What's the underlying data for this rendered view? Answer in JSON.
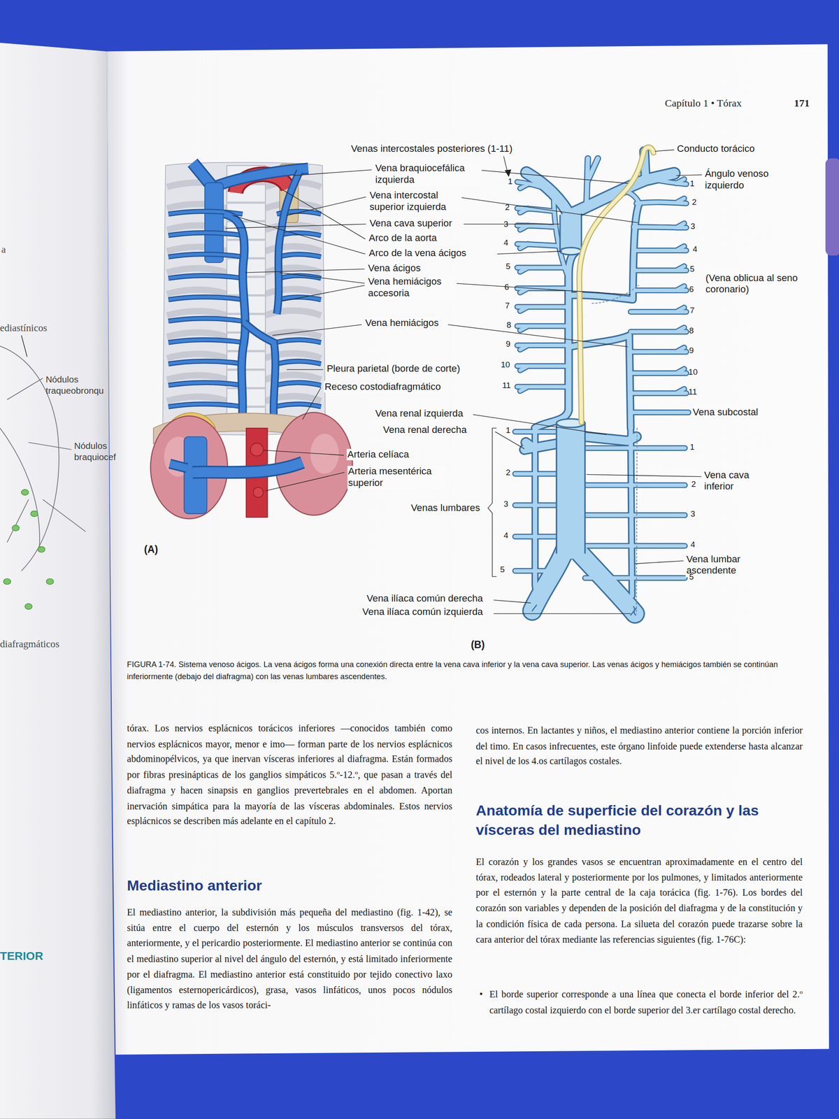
{
  "diagram": {
    "caption": "FIGURA 1-74. Sistema venoso ácigos. La vena ácigos forma una conexión directa entre la vena cava inferior y la vena cava superior. Las venas ácigos y hemiácigos también se continúan inferiormente (debajo del diafragma) con las venas lumbares ascendentes.",
    "labels": [
      "Capítulo 1 • Tórax",
      "171",
      "Venas intercostales posteriores (1-11)",
      "Vena braquiocefálica izquierda",
      "Vena intercostal superior izquierda",
      "Vena cava superior",
      "Arco de la aorta",
      "Arco de la vena ácigos",
      "Vena ácigos",
      "Vena hemiácigos accesoria",
      "Vena hemiácigos",
      "Pleura parietal (borde de corte)",
      "Receso costodiafragmático",
      "Vena renal izquierda",
      "Vena renal derecha",
      "Arteria celíaca",
      "Arteria mesentérica superior",
      "Venas lumbares",
      "(A)",
      "Vena ilíaca común derecha",
      "Vena ilíaca común izquierda",
      "(B)",
      "Conducto torácico",
      "Ángulo venoso izquierdo",
      "(Vena oblicua al seno coronario)",
      "Vena subcostal",
      "Vena cava inferior",
      "Vena lumbar ascendente",
      "1",
      "2",
      "3",
      "4",
      "5",
      "6",
      "7",
      "8",
      "9",
      "10",
      "11",
      "1",
      "2",
      "3",
      "4",
      "5",
      "6",
      "7",
      "8",
      "9",
      "10",
      "11",
      "1",
      "2",
      "3",
      "4",
      "5",
      "1",
      "2",
      "3",
      "4",
      "5",
      "tórax. Los nervios esplácnicos torácicos inferiores —conocidos también como nervios esplácnicos mayor, menor e imo— forman parte de los nervios esplácnicos abdominopélvicos, ya que inervan vísceras inferiores al diafragma. Están formados por fibras presinápticas de los ganglios simpáticos 5.º-12.º, que pasan a través del diafragma y hacen sinapsis en ganglios prevertebrales en el abdomen. Aportan inervación simpática para la mayoría de las vísceras abdominales. Estos nervios esplácnicos se describen más adelante en el capítulo 2.",
      "Mediastino anterior",
      "El mediastino anterior, la subdivisión más pequeña del mediastino (fig. 1-42), se sitúa entre el cuerpo del esternón y los músculos transversos del tórax, anteriormente, y el pericardio posteriormente. El mediastino anterior se continúa con el mediastino superior al nivel del ángulo del esternón, y está limitado inferiormente por el diafragma. El mediastino anterior está constituido por tejido conectivo laxo (ligamentos esternopericárdicos), grasa, vasos linfáticos, unos pocos nódulos linfáticos y ramas de los vasos toráci-",
      "cos internos. En lactantes y niños, el mediastino anterior contiene la porción inferior del timo. En casos infrecuentes, este órgano linfoide puede extenderse hasta alcanzar el nivel de los 4.os cartílagos costales.",
      "Anatomía de superficie del corazón y las vísceras del mediastino",
      "El corazón y los grandes vasos se encuentran aproximadamente en el centro del tórax, rodeados lateral y posteriormente por los pulmones, y limitados anteriormente por el esternón y la parte central de la caja torácica (fig. 1-76). Los bordes del corazón son variables y dependen de la posición del diafragma y de la constitución y la condición física de cada persona. La silueta del corazón puede trazarse sobre la cara anterior del tórax mediante las referencias siguientes (fig. 1-76C):",
      "•",
      "El borde superior corresponde a una línea que conecta el borde inferior del 2.º cartílago costal izquierdo con el borde superior del 3.er cartílago costal derecho.",
      "a",
      "ediastínicos",
      "Nódulos traqueobronqu",
      "Nódulos braquiocef",
      "diafragmáticos",
      "TERIOR"
    ]
  }
}
